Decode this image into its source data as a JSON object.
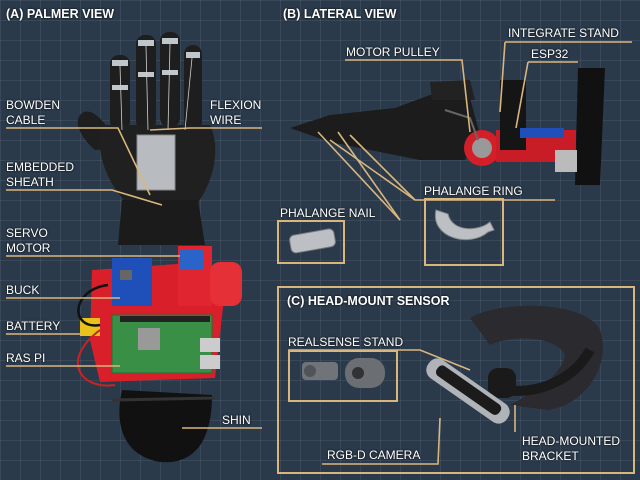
{
  "panels": {
    "a_title": "(A) PALMER VIEW",
    "b_title": "(B) LATERAL VIEW",
    "c_title": "(C) HEAD-MOUNT SENSOR"
  },
  "labels_a": {
    "bowden_1": "BOWDEN",
    "bowden_2": "CABLE",
    "flexion_1": "FLEXION",
    "flexion_2": "WIRE",
    "sheath_1": "EMBEDDED",
    "sheath_2": "SHEATH",
    "servo_1": "SERVO",
    "servo_2": "MOTOR",
    "buck": "BUCK",
    "battery": "BATTERY",
    "raspi": "RAS PI",
    "shin": "SHIN"
  },
  "labels_b": {
    "integrate_stand": "INTEGRATE STAND",
    "motor_pulley": "MOTOR PULLEY",
    "esp32": "ESP32",
    "phalange_ring": "PHALANGE RING",
    "phalange_nail": "PHALANGE NAIL"
  },
  "labels_c": {
    "realsense_stand": "REALSENSE STAND",
    "rgbd_camera": "RGB-D CAMERA",
    "head_bracket_1": "HEAD-MOUNTED",
    "head_bracket_2": "BRACKET"
  },
  "colors": {
    "background": "#2a3a4b",
    "leader_line": "#d9b67e",
    "label_text": "#ffffff",
    "device_red": "#e0202a",
    "glove": "#1a1a1a"
  }
}
